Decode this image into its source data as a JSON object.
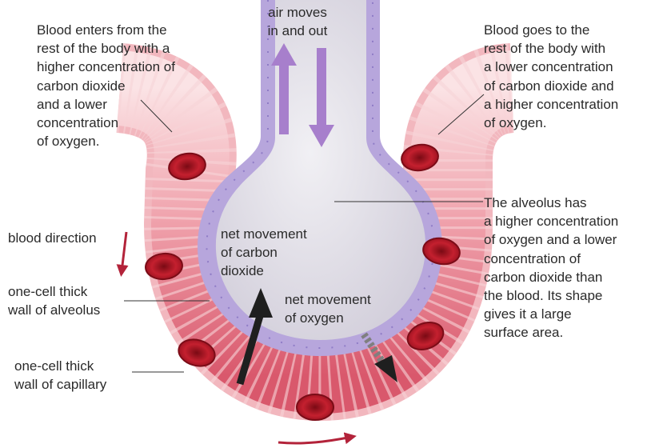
{
  "labels": {
    "air_moves": "air moves\nin and out",
    "blood_enters": "Blood enters from the\nrest of the body with a\nhigher concentration of\ncarbon dioxide\nand a lower\nconcentration\nof oxygen.",
    "blood_goes": "Blood goes to the\nrest of the body with\na lower concentration\nof carbon dioxide and\na higher concentration\nof oxygen.",
    "alveolus_note": "The alveolus has\na higher concentration\nof oxygen and a lower\nconcentration of\ncarbon dioxide than\nthe blood. Its shape\ngives it a large\nsurface area.",
    "blood_direction": "blood direction",
    "wall_alveolus": "one-cell thick\nwall of alveolus",
    "wall_capillary": "one-cell thick\nwall of capillary",
    "net_co2": "net movement\nof carbon\ndioxide",
    "net_o2": "net movement\nof oxygen"
  },
  "colors": {
    "capillary_outer": "#f2b6bd",
    "capillary_blood": "#e98a98",
    "capillary_core": "#de6677",
    "alveolus_wall": "#b9a8dc",
    "alveolus_inner": "#e2e0e8",
    "air_arrow": "#a77fcc",
    "red_cell": "#b8192c",
    "gas_arrow": "#1f1f1f",
    "leader_line": "#333333"
  }
}
